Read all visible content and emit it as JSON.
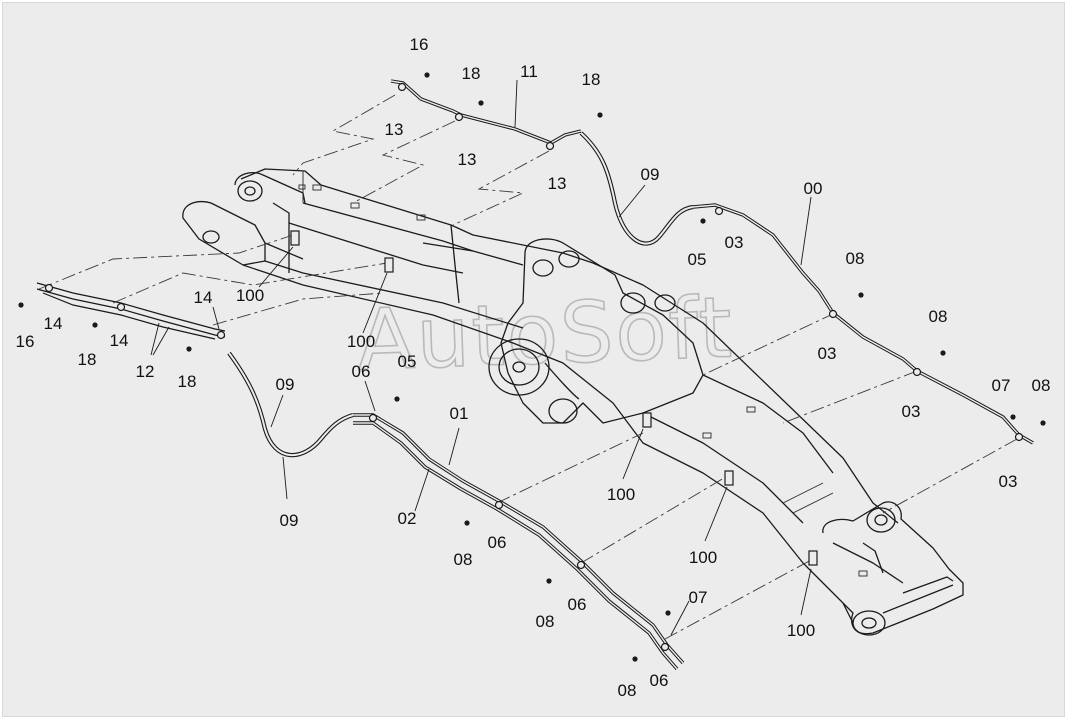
{
  "watermark": "AutoSoft",
  "labels": {
    "l00": "00",
    "l01": "01",
    "l02": "02",
    "l03a": "03",
    "l03b": "03",
    "l03c": "03",
    "l03d": "03",
    "l05a": "05",
    "l05b": "05",
    "l06a": "06",
    "l06b": "06",
    "l06c": "06",
    "l06d": "06",
    "l07a": "07",
    "l07b": "07",
    "l08a": "08",
    "l08b": "08",
    "l08c": "08",
    "l08d": "08",
    "l08e": "08",
    "l08f": "08",
    "l09a": "09",
    "l09b": "09",
    "l09c": "09",
    "l11": "11",
    "l12": "12",
    "l13a": "13",
    "l13b": "13",
    "l13c": "13",
    "l14a": "14",
    "l14b": "14",
    "l14c": "14",
    "l16a": "16",
    "l16b": "16",
    "l18a": "18",
    "l18b": "18",
    "l18c": "18",
    "l18d": "18",
    "l100a": "100",
    "l100b": "100",
    "l100c": "100",
    "l100d": "100",
    "l100e": "100"
  }
}
